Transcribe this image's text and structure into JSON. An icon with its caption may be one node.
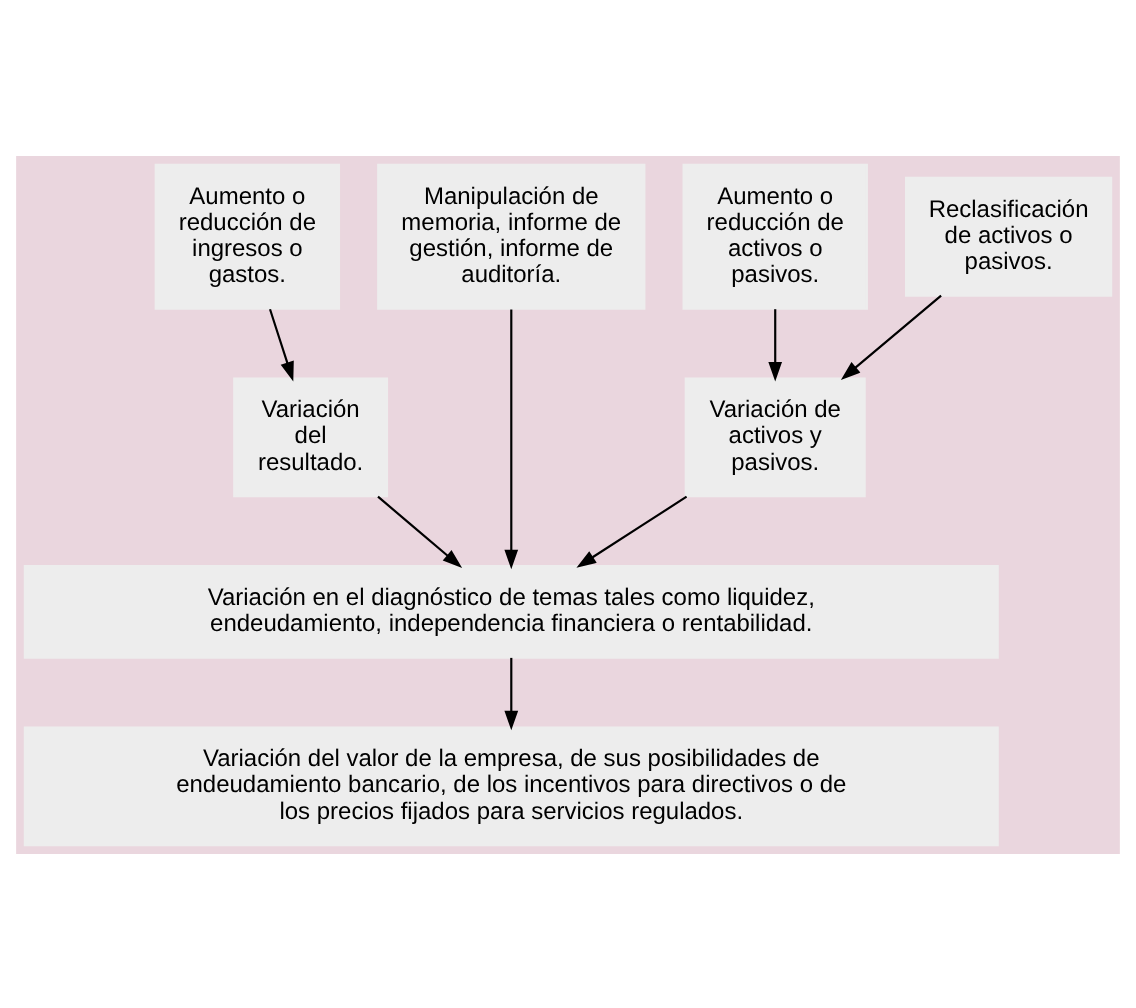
{
  "diagram": {
    "nodes": [
      {
        "text": [
          "Aumento o reducción de ingresos o gastos."
        ]
      },
      {
        "text": [
          "Aumento o reducción de activos o pasivos."
        ]
      },
      {
        "text": [
          "Reclasificación de activos o pasivos."
        ]
      },
      {
        "text": [
          "Manipulación de memoria, informe de gestión, informe de auditoría."
        ]
      },
      {
        "text": [
          "Variación del resultado."
        ]
      },
      {
        "text": [
          "Variación de activos y pasivos."
        ]
      },
      {
        "text": [
          "Variación en el diagnóstico de temas tales como liquidez, endeudamiento, independencia financiera o rentabilidad."
        ]
      },
      {
        "text": [
          "Variación del valor de la empresa, de sus posibilidades de endeudamiento bancario, de los incentivos para directivos o de los precios fijados para servicios regulados."
        ]
      }
    ],
    "edges": [
      {
        "from": 0,
        "to": 4,
        "arrow": "to"
      },
      {
        "from": 1,
        "to": 5,
        "arrow": "to"
      },
      {
        "from": 2,
        "to": 5,
        "arrow": "to"
      },
      {
        "from": 4,
        "to": 6,
        "arrow": "to"
      },
      {
        "from": 5,
        "to": 6,
        "arrow": "to"
      },
      {
        "from": 3,
        "to": 6,
        "arrow": "to"
      },
      {
        "from": 6,
        "to": 7,
        "arrow": "to"
      }
    ]
  }
}
